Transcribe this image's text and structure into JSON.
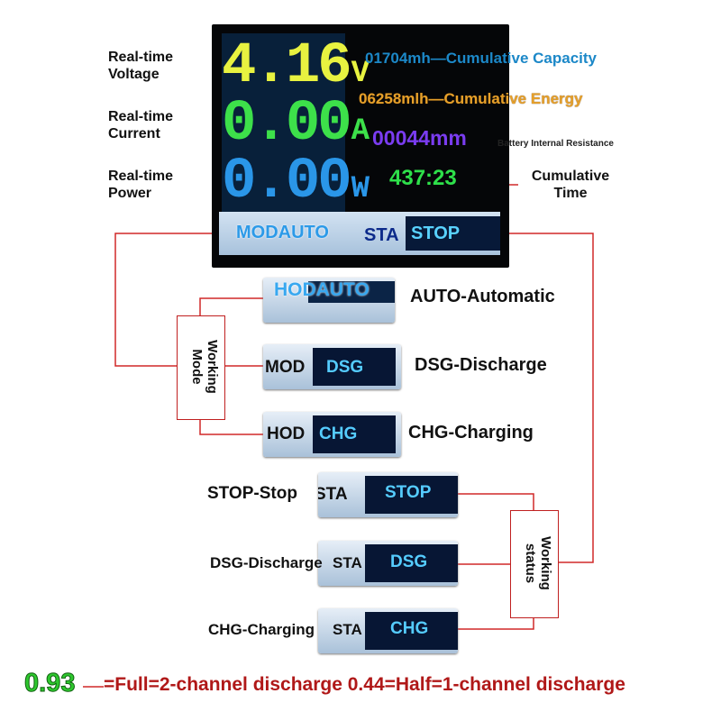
{
  "labels": {
    "voltage": "Real-time\nVoltage",
    "current": "Real-time\nCurrent",
    "power": "Real-time\nPower",
    "cumulative_time": "Cumulative\nTime",
    "internal_resistance": "Battery Internal Resistance"
  },
  "screen": {
    "voltage_value": "4.16",
    "voltage_unit": "V",
    "current_value": "0.00",
    "current_unit": "A",
    "power_value": "0.00",
    "power_unit": "W",
    "capacity": "01704mh—Cumulative Capacity",
    "energy": "06258mlh—Cumulative Energy",
    "resistance": "00044mm",
    "time": "437:23",
    "bar_mode": "MODAUTO",
    "bar_sta": "STA",
    "bar_state": "STOP"
  },
  "mode_cards": [
    {
      "left": "HODAUTO",
      "right": "",
      "desc": "AUTO-Automatic"
    },
    {
      "left": "MOD",
      "right": "DSG",
      "desc": "DSG-Discharge"
    },
    {
      "left": "HOD",
      "right": "CHG",
      "desc": "CHG-Charging"
    }
  ],
  "status_cards": [
    {
      "left": "STA",
      "right": "STOP",
      "desc": "STOP-Stop"
    },
    {
      "left": "STA",
      "right": "DSG",
      "desc": "DSG-Discharge"
    },
    {
      "left": "STA",
      "right": "CHG",
      "desc": "CHG-Charging"
    }
  ],
  "groups": {
    "working_mode": "Working\nMode",
    "working_status": "Working\nstatus"
  },
  "footer": {
    "value": "0.93",
    "text": "=Full=2-channel discharge 0.44=Half=1-channel discharge"
  },
  "colors": {
    "connector": "#d02828",
    "footer_value": "#2ec82e",
    "footer_text": "#b01818"
  }
}
